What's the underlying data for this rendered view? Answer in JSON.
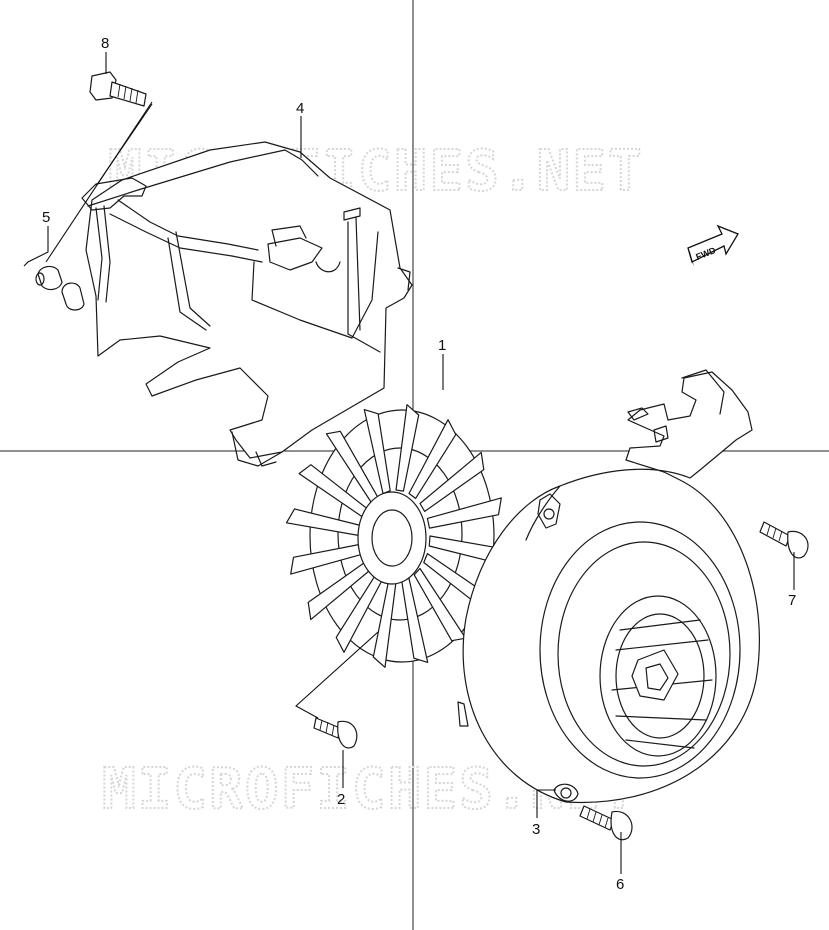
{
  "watermarks": [
    "MICROFICHES.NET",
    "MICROFICHES.NET"
  ],
  "direction_badge": "FWD",
  "parts": [
    {
      "number": "1",
      "part": "cooling fan"
    },
    {
      "number": "2",
      "part": "fan screw"
    },
    {
      "number": "3",
      "part": "fan cover"
    },
    {
      "number": "4",
      "part": "shroud"
    },
    {
      "number": "5",
      "part": "cushion"
    },
    {
      "number": "6",
      "part": "screw"
    },
    {
      "number": "7",
      "part": "screw"
    },
    {
      "number": "8",
      "part": "bolt"
    }
  ],
  "colors": {
    "line": "#1a1a1a",
    "watermark": "#d6d6d6",
    "background": "#ffffff"
  }
}
